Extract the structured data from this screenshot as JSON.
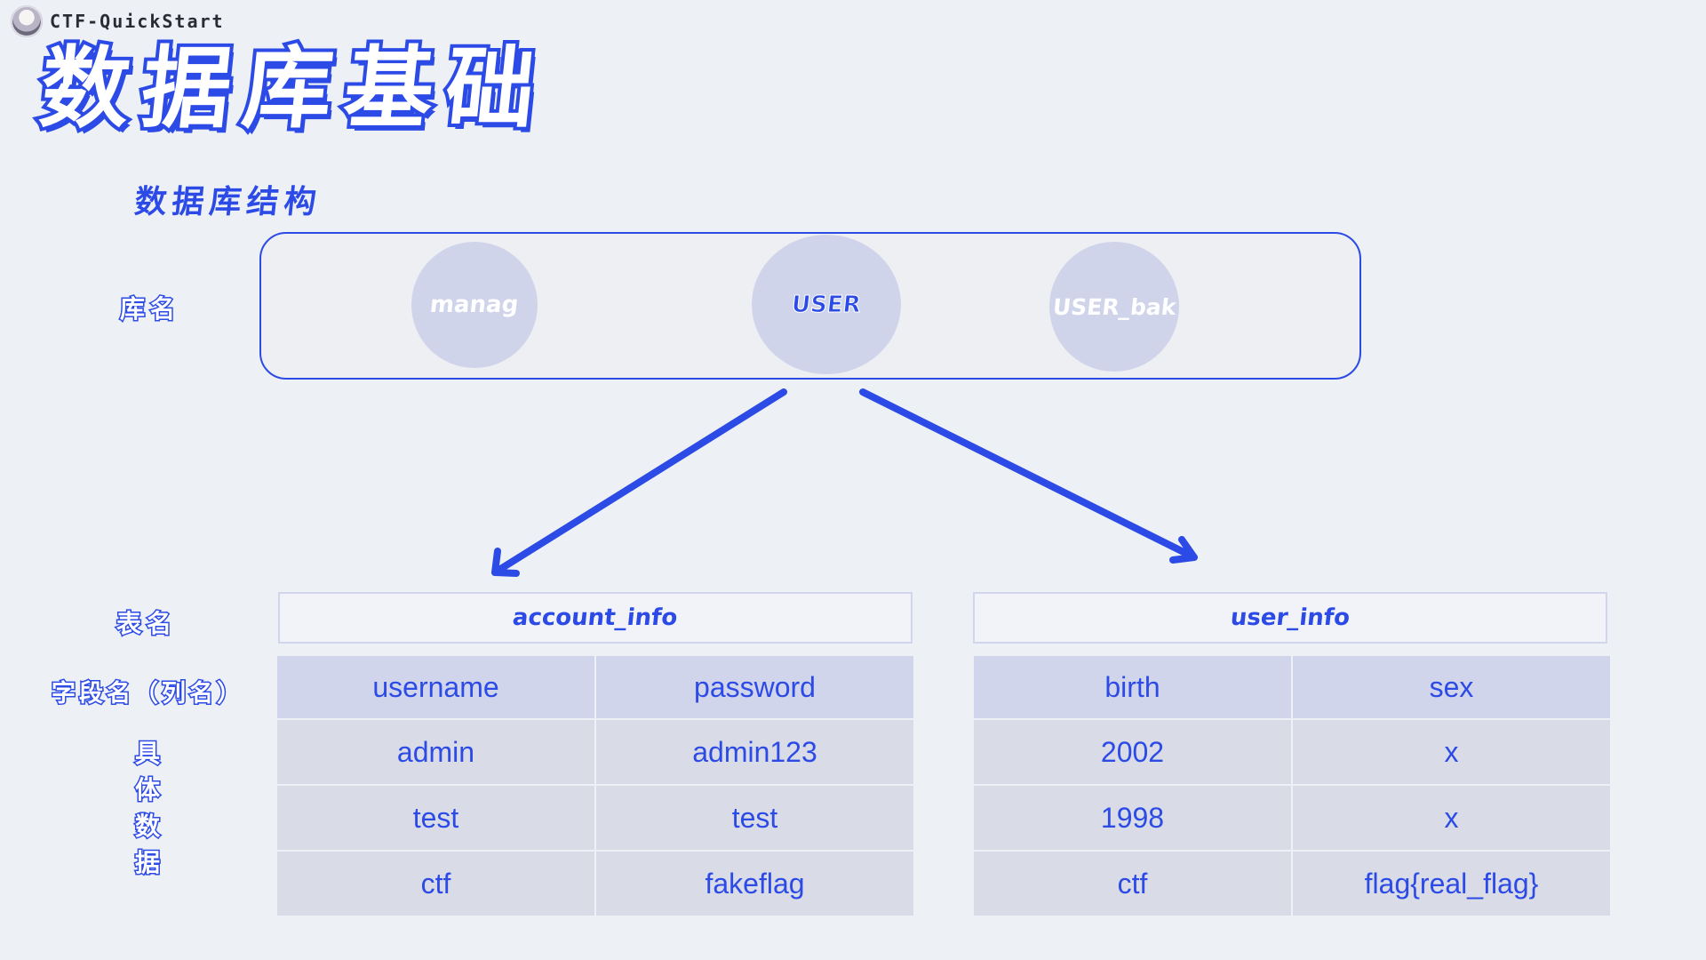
{
  "brand": {
    "name": "CTF-QuickStart",
    "avatar_icon": "anime-avatar-icon"
  },
  "title": "数据库基础",
  "section_title": "数据库结构",
  "labels": {
    "database": "库名",
    "table": "表名",
    "field": "字段名（列名）",
    "data_chars": [
      "具",
      "体",
      "数",
      "据"
    ]
  },
  "databases": [
    "manag",
    "USER",
    "USER_bak"
  ],
  "tables": [
    {
      "name": "account_info",
      "columns": [
        "username",
        "password"
      ],
      "rows": [
        [
          "admin",
          "admin123"
        ],
        [
          "test",
          "test"
        ],
        [
          "ctf",
          "fakeflag"
        ]
      ]
    },
    {
      "name": "user_info",
      "columns": [
        "birth",
        "sex"
      ],
      "rows": [
        [
          "2002",
          "x"
        ],
        [
          "1998",
          "x"
        ],
        [
          "ctf",
          "flag{real_flag}"
        ]
      ]
    }
  ],
  "colors": {
    "accent": "#2c4ae6",
    "background": "#edf0f5",
    "circle": "#cfd4ea",
    "header_cell": "#d1d5eb",
    "data_cell": "#d9dce6"
  }
}
